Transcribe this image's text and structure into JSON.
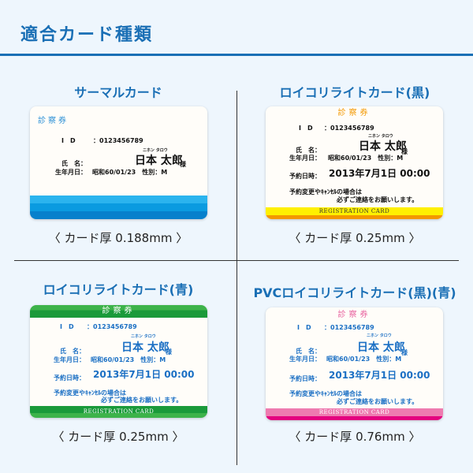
{
  "header": {
    "title": "適合カード種類"
  },
  "card_text": {
    "header": "診察券",
    "id_label": "I　D",
    "id_value": "：0123456789",
    "furigana": "ニホン タロウ",
    "name_label": "氏　名：",
    "name": "日本 太郎",
    "honorific": "様",
    "dob_label": "生年月日：",
    "dob": "昭和60/01/23　性別：M",
    "appt_label": "予約日時：",
    "appt": "2013年7月1日 00:00",
    "note1": "予約変更やｷｬﾝｾﾙの場合は",
    "note2": "必ずご連絡をお願いします。",
    "reg": "REGISTRATION CARD"
  },
  "cards": [
    {
      "title": "サーマルカード",
      "caption": "〈 カード厚 0.188mm 〉",
      "color": "#0a9be0"
    },
    {
      "title": "ロイコリライトカード(黒)",
      "caption": "〈 カード厚 0.25mm 〉",
      "color": "#f39800"
    },
    {
      "title": "ロイコリライトカード(青)",
      "caption": "〈 カード厚 0.25mm 〉",
      "color": "#2e9e3a"
    },
    {
      "title": "PVCロイコリライトカード(黒)(青)",
      "caption": "〈 カード厚 0.76mm 〉",
      "color": "#e4007f"
    }
  ]
}
